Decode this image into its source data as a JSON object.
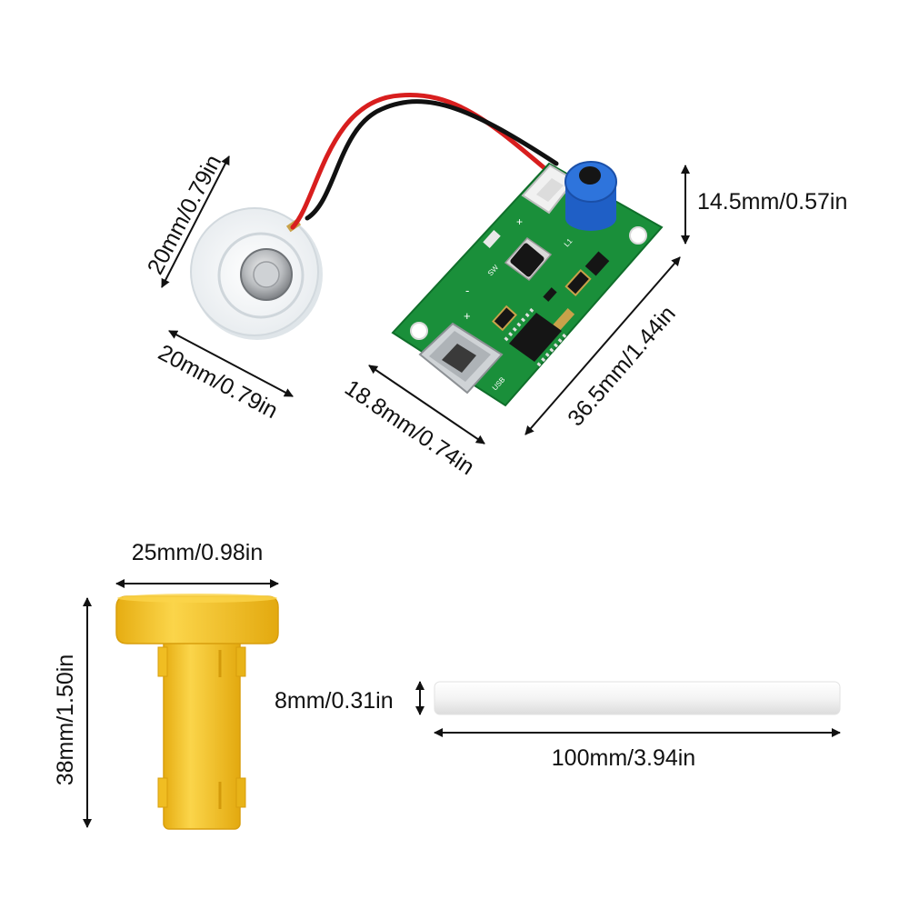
{
  "dimensions": {
    "disc_height": "20mm/0.79in",
    "disc_width": "20mm/0.79in",
    "board_height": "14.5mm/0.57in",
    "board_length": "36.5mm/1.44in",
    "board_width": "18.8mm/0.74in",
    "holder_width": "25mm/0.98in",
    "holder_height": "38mm/1.50in",
    "stick_diameter": "8mm/0.31in",
    "stick_length": "100mm/3.94in"
  },
  "board_markings": {
    "plus_top": "+",
    "minus": "-",
    "plus_left": "+",
    "switch": "SW",
    "l1": "L1",
    "usb": "USB"
  },
  "colors": {
    "pcb": "#1a8f3a",
    "pcb_dark": "#0f6e2a",
    "inductor": "#1f5fc6",
    "holder": "#f4c327",
    "stick": "#f2f2f2",
    "wire_red": "#d81e1e",
    "wire_black": "#111111"
  }
}
